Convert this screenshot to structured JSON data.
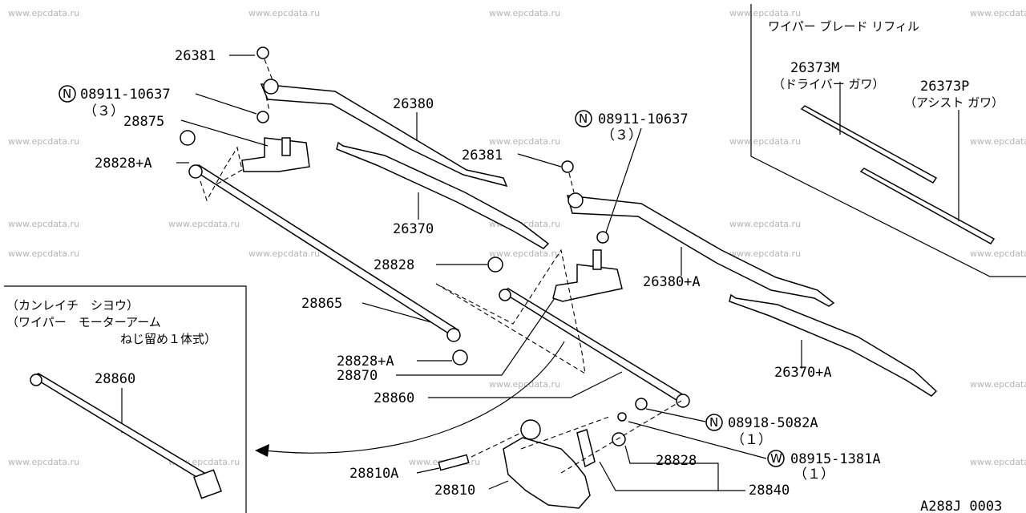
{
  "watermark": "www.epcdata.ru",
  "diagram_code": "A288J 0003",
  "refill_box": {
    "title": "ワイパー ブレード リフィル",
    "driver_part": "26373M",
    "driver_note": "（ドライバー ガワ）",
    "assist_part": "26373P",
    "assist_note": "（アシスト ガワ）"
  },
  "inset_box": {
    "line1": "（カンレイチ　シヨウ）",
    "line2": "（ワイパー　モーターアーム",
    "line3": "ねじ留め１体式）",
    "part": "28860"
  },
  "labels": {
    "p26381a": "26381",
    "p08911a": "08911-10637",
    "p08911a_qty": "（３）",
    "p28875": "28875",
    "p28828A_top": "28828+A",
    "p26380": "26380",
    "p26370": "26370",
    "p08911b": "08911-10637",
    "p08911b_qty": "（３）",
    "p26381b": "26381",
    "p28828": "28828",
    "p26380A": "26380+A",
    "p28865": "28865",
    "p28828A_bot": "28828+A",
    "p28870": "28870",
    "p26370A": "26370+A",
    "p28860": "28860",
    "p08918": "08918-5082A",
    "p08918_qty": "（１）",
    "p08915": "08915-1381A",
    "p08915_qty": "（１）",
    "p28828b": "28828",
    "p28810A": "28810A",
    "p28810": "28810",
    "p28840": "28840"
  },
  "badges": {
    "n": "N",
    "w": "W"
  }
}
